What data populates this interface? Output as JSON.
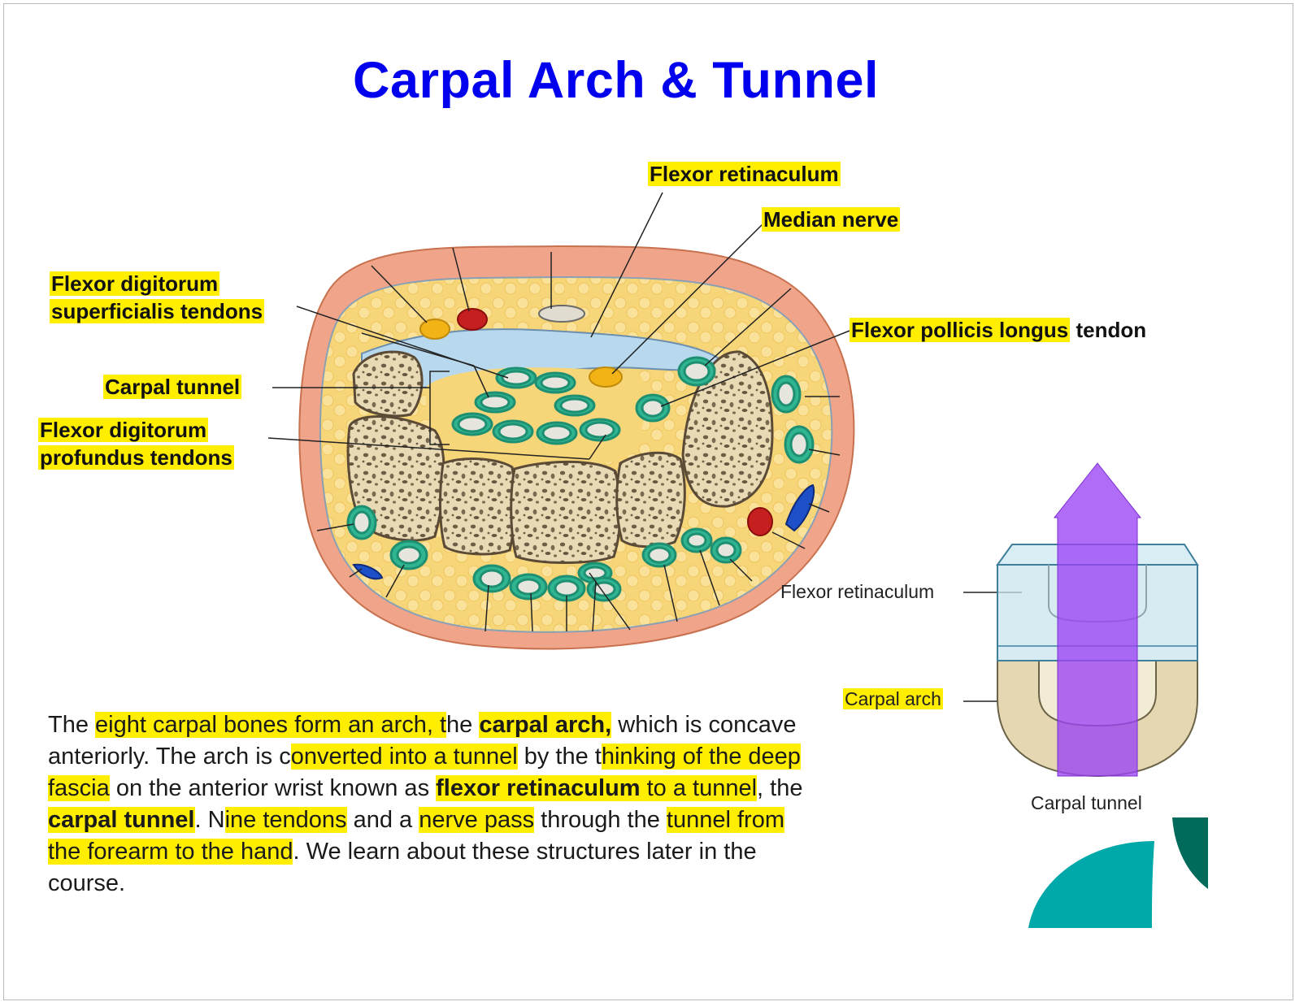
{
  "title": "Carpal Arch & Tunnel",
  "diagram_labels": {
    "flexor_retinaculum": "Flexor retinaculum",
    "median_nerve": "Median nerve",
    "fds_line1": "Flexor digitorum",
    "fds_line2": "superficialis tendons",
    "carpal_tunnel": "Carpal tunnel",
    "fdp_line1": "Flexor digitorum",
    "fdp_line2": "profundus tendons",
    "fpl_highlight": "Flexor pollicis longus",
    "fpl_rest": "tendon"
  },
  "inset_labels": {
    "flexor_retinaculum": "Flexor retinaculum",
    "carpal_arch": "Carpal arch",
    "carpal_tunnel": "Carpal tunnel"
  },
  "paragraph": {
    "s1": "The ",
    "s2": "eight carpal bones form an arch, t",
    "s3": "he ",
    "s4": "carpal arch,",
    "s5": " which is concave anteriorly. The arch is c",
    "s6": "onverted into a tunnel",
    "s7": " by the t",
    "s8": "hinking of the deep fascia",
    "s9": " on the anterior wrist known as ",
    "s10": "flexor retinaculum",
    "s11": " to a tunnel",
    "s12": ", the ",
    "s13": "carpal tunnel",
    "s14": ". N",
    "s15": "ine tendons",
    "s16": " and a ",
    "s17": "nerve pass",
    "s18": " through the ",
    "s19": "tunnel from the forearm to the hand",
    "s20": ". We learn about these structures later in the course."
  },
  "colors": {
    "title": "#0000ee",
    "highlight": "#ffee00",
    "skin": "#f0a48a",
    "fat": "#f7d67a",
    "bone": "#e9dcb8",
    "tendon_sheath": "#2fb592",
    "retinaculum": "#b8d8ee",
    "arrow": "#9b42f5",
    "teal_shape": "#00a9a9",
    "dark_teal_shape": "#006b5a"
  }
}
